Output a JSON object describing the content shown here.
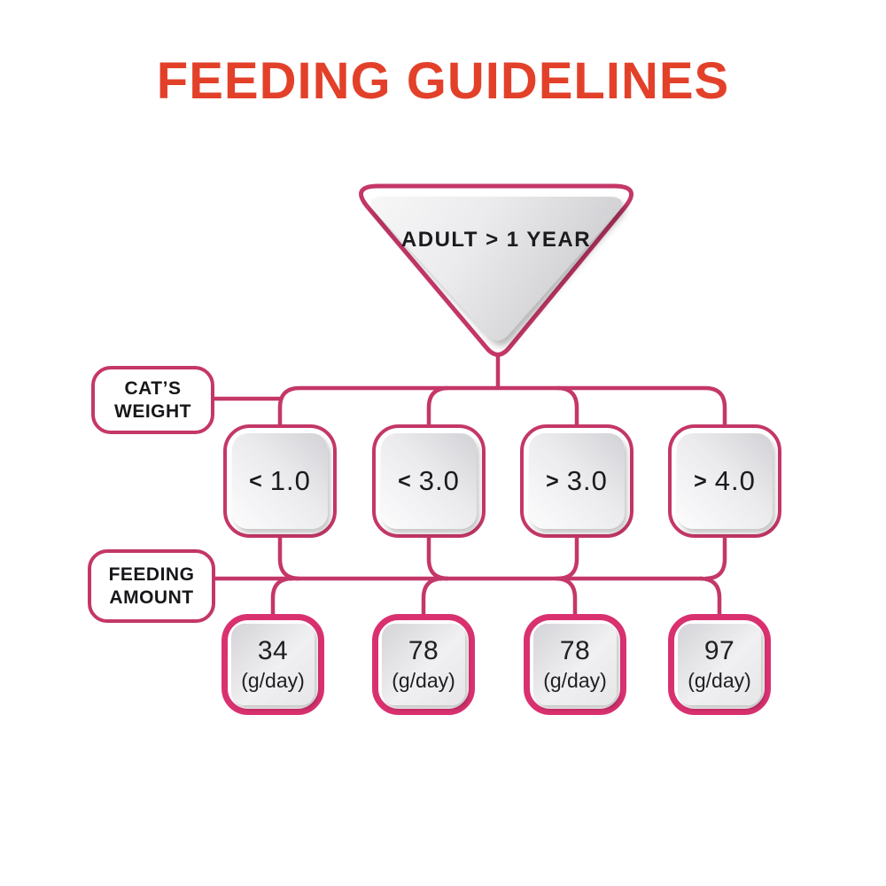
{
  "title": {
    "text": "FEEDING GUIDELINES",
    "color": "#e3402a"
  },
  "root": {
    "label": "ADULT > 1 YEAR"
  },
  "row_labels": [
    {
      "id": "cats-weight",
      "lines": [
        "CAT’S",
        "WEIGHT"
      ]
    },
    {
      "id": "feeding-amount",
      "lines": [
        "FEEDING",
        "AMOUNT"
      ]
    }
  ],
  "weights": [
    {
      "comparator": "<",
      "value": "1.0"
    },
    {
      "comparator": "<",
      "value": "3.0"
    },
    {
      "comparator": ">",
      "value": "3.0"
    },
    {
      "comparator": ">",
      "value": "4.0"
    }
  ],
  "amounts": [
    {
      "value": "34",
      "unit": "(g/day)"
    },
    {
      "value": "78",
      "unit": "(g/day)"
    },
    {
      "value": "78",
      "unit": "(g/day)"
    },
    {
      "value": "97",
      "unit": "(g/day)"
    }
  ],
  "colors": {
    "connector_pink": "#c43768",
    "amount_border_pink": "#d93170",
    "title_red": "#e3402a",
    "panel_gray": "#d4d4d8",
    "text_dark": "#1b1b1d",
    "background": "#ffffff"
  }
}
